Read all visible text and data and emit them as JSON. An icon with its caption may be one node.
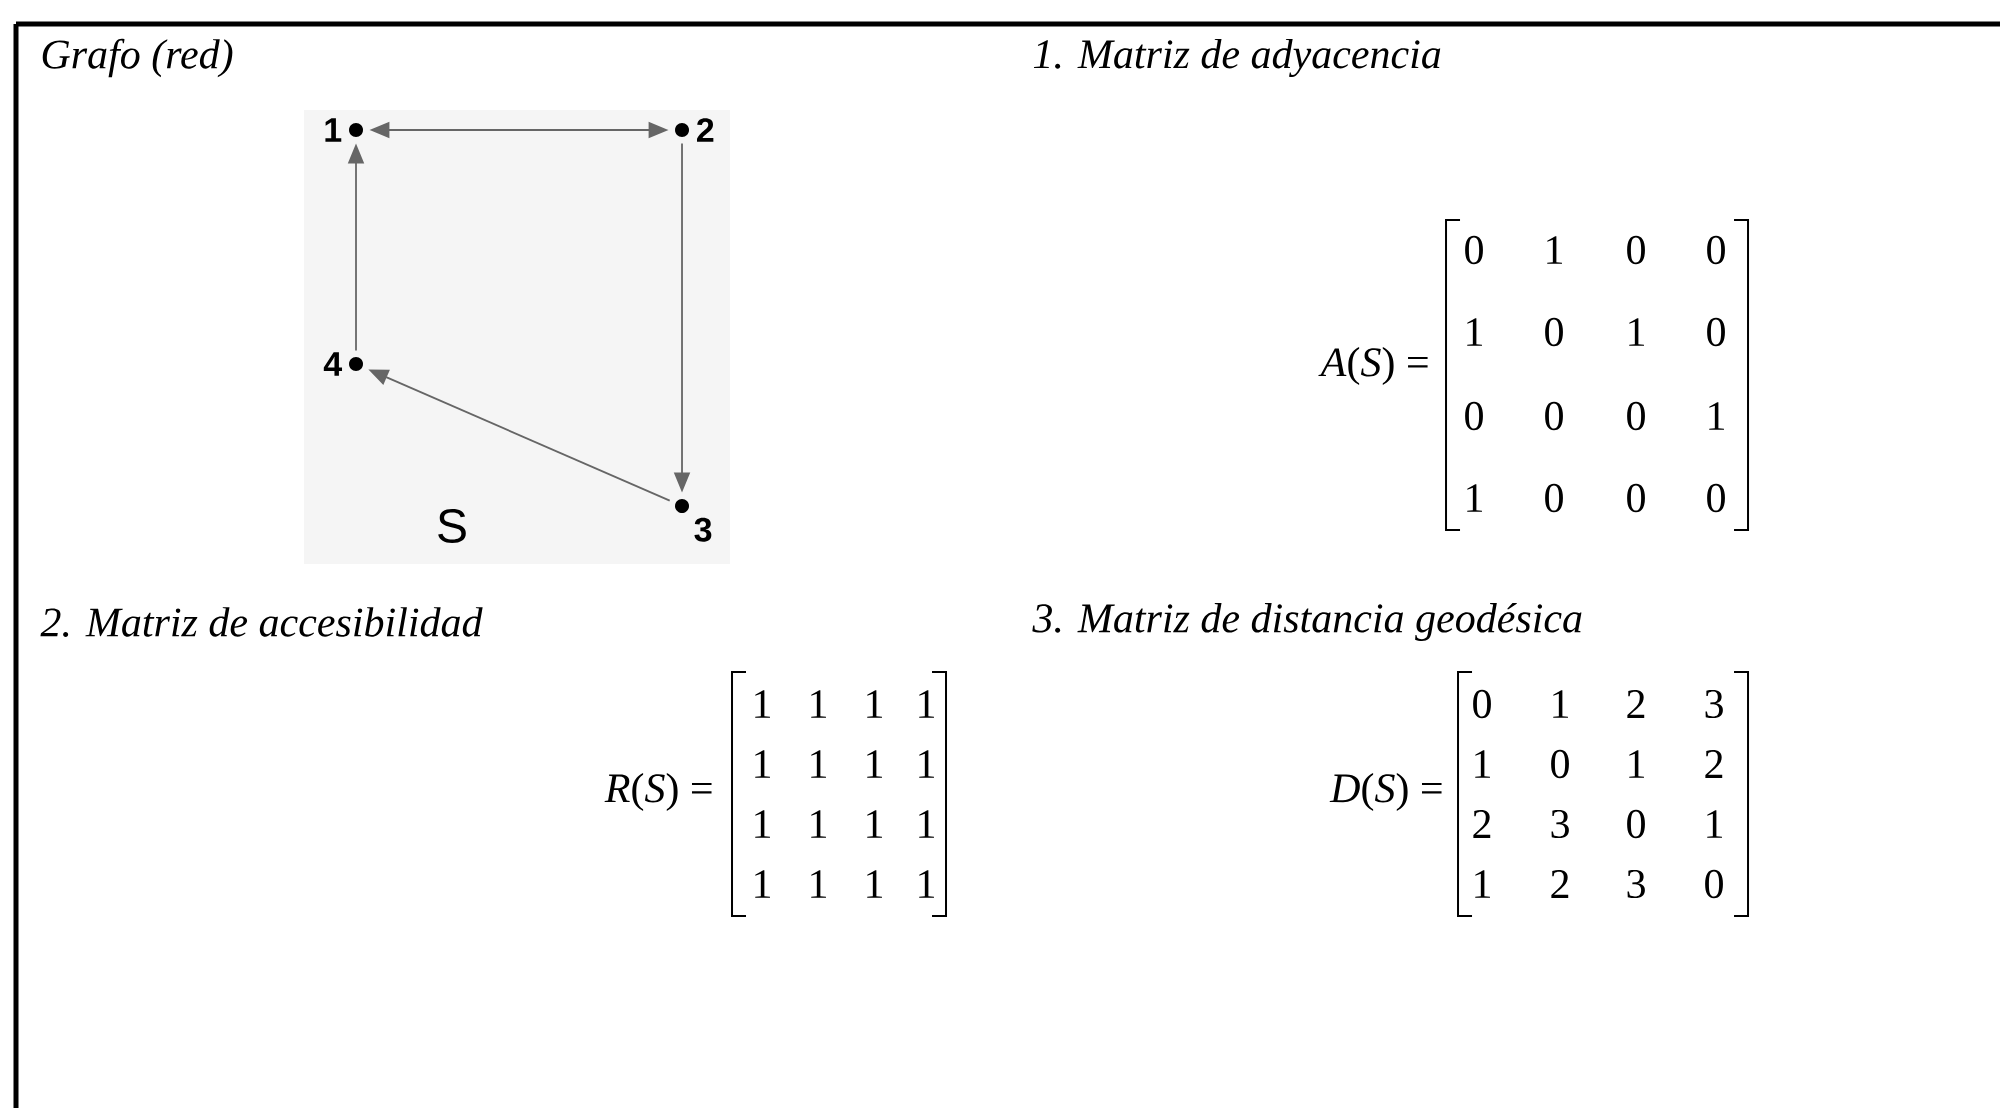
{
  "diagram": {
    "nodes": [
      {
        "text": [
          "1"
        ]
      },
      {
        "text": [
          "2"
        ]
      },
      {
        "text": [
          "4"
        ]
      },
      {
        "text": [
          "3"
        ]
      }
    ],
    "edges": [
      {
        "from": 0,
        "to": 1,
        "arrow": "both"
      },
      {
        "from": 1,
        "to": 3,
        "arrow": "to"
      },
      {
        "from": 3,
        "to": 2,
        "arrow": "to"
      },
      {
        "from": 2,
        "to": 0,
        "arrow": "to"
      }
    ],
    "labels": [
      "Grafo (red)",
      "S",
      "1. Matriz de adyacencia",
      "*A*(*S*) =",
      "0",
      "1",
      "0",
      "0",
      "1",
      "0",
      "1",
      "0",
      "0",
      "0",
      "0",
      "1",
      "1",
      "0",
      "0",
      "0",
      "2. Matriz de accesibilidad",
      "*R*(*S*) =",
      "1",
      "1",
      "1",
      "1",
      "1",
      "1",
      "1",
      "1",
      "1",
      "1",
      "1",
      "1",
      "1",
      "1",
      "1",
      "1",
      "3. Matriz de distancia geodésica",
      "*D*(*S*) =",
      "0",
      "1",
      "2",
      "3",
      "1",
      "0",
      "1",
      "2",
      "2",
      "3",
      "0",
      "1",
      "1",
      "2",
      "3",
      "0"
    ]
  }
}
